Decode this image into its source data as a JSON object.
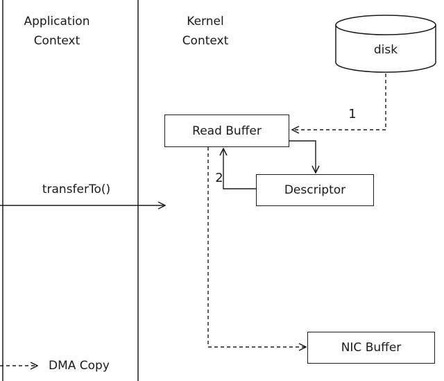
{
  "contexts": {
    "application": "Application\nContext",
    "kernel": "Kernel\nContext"
  },
  "nodes": {
    "disk": "disk",
    "read_buffer": "Read Buffer",
    "descriptor": "Descriptor",
    "nic_buffer": "NIC Buffer"
  },
  "calls": {
    "transfer_to": "transferTo()"
  },
  "steps": {
    "step1": "1",
    "step2": "2"
  },
  "legend": {
    "dma_copy": "DMA Copy"
  }
}
